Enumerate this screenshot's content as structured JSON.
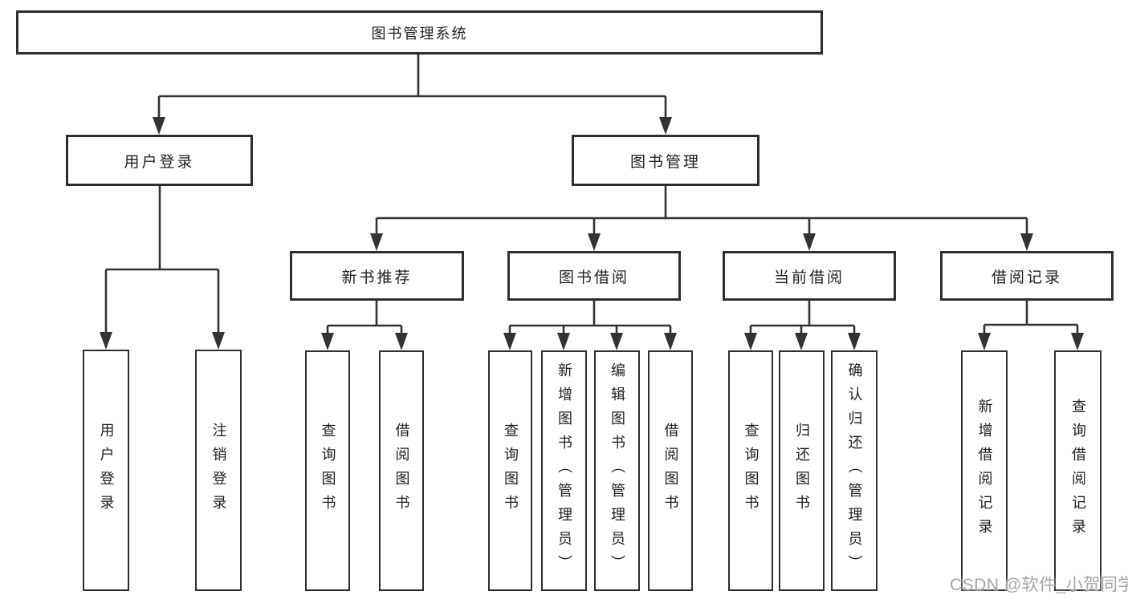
{
  "diagram": {
    "title": "图书管理系统",
    "branches": [
      {
        "label": "用户登录",
        "leaves": [
          "用户登录",
          "注销登录"
        ]
      },
      {
        "label": "图书管理",
        "sections": [
          {
            "label": "新书推荐",
            "leaves": [
              "查询图书",
              "借阅图书"
            ]
          },
          {
            "label": "图书借阅",
            "leaves": [
              "查询图书",
              "新增图书（管理员）",
              "编辑图书（管理员）",
              "借阅图书"
            ]
          },
          {
            "label": "当前借阅",
            "leaves": [
              "查询图书",
              "归还图书",
              "确认归还（管理员）"
            ]
          },
          {
            "label": "借阅记录",
            "leaves": [
              "新增借阅记录",
              "查询借阅记录"
            ]
          }
        ]
      }
    ]
  },
  "watermark": {
    "text": "CSDN @软件_小贺同学"
  },
  "colors": {
    "background": "#ffffff",
    "line": "#333333",
    "box_border": "#2e2e2e",
    "text": "#1f1f1f",
    "watermark": "#a5a5a5"
  }
}
